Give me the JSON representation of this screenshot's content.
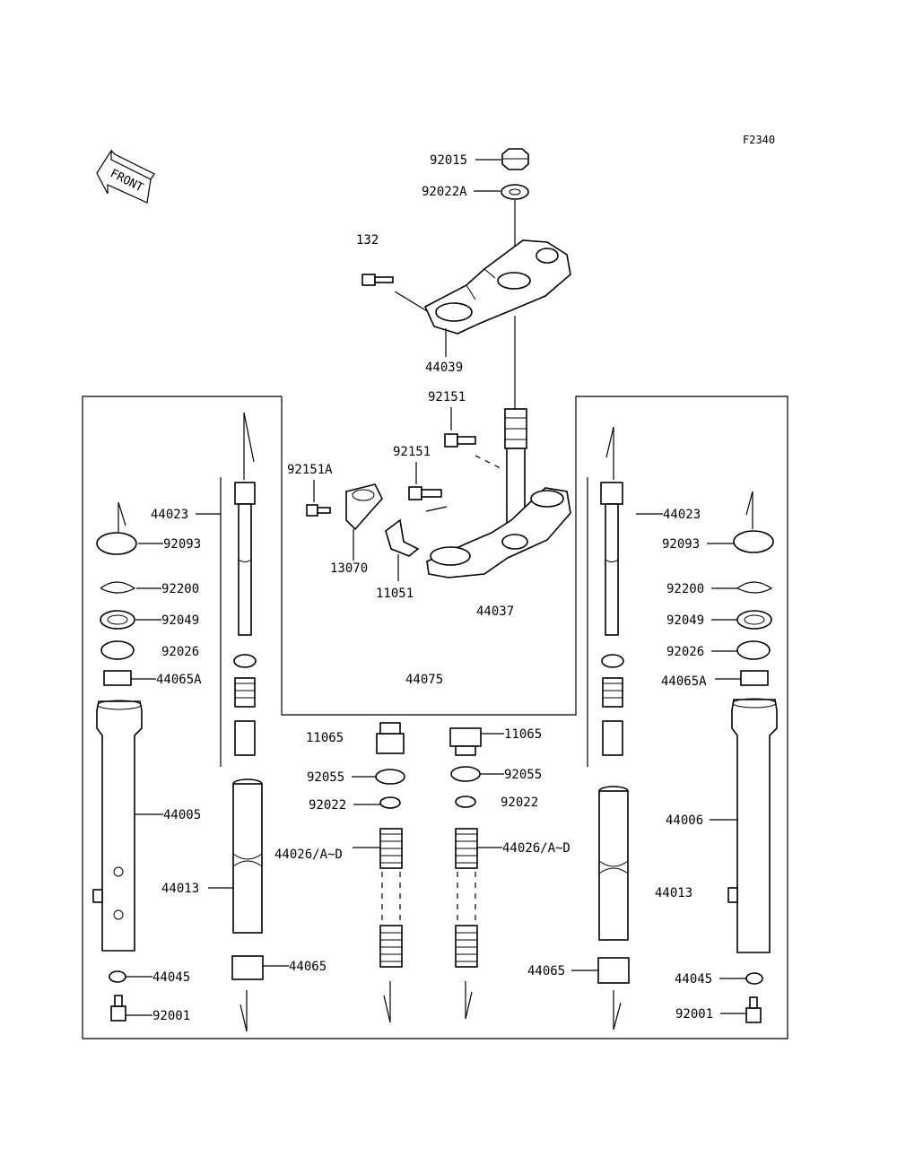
{
  "diagram_id": "F2340",
  "front_label": "FRONT",
  "labels": {
    "p92015": "92015",
    "p92022A": "92022A",
    "p132": "132",
    "p44039": "44039",
    "p92151_a": "92151",
    "p92151_b": "92151",
    "p92151A": "92151A",
    "p13070": "13070",
    "p11051": "11051",
    "p44037": "44037",
    "p44075": "44075",
    "p44023_l": "44023",
    "p44023_r": "44023",
    "p92093_l": "92093",
    "p92093_r": "92093",
    "p92200_l": "92200",
    "p92200_r": "92200",
    "p92049_l": "92049",
    "p92049_r": "92049",
    "p92026_l": "92026",
    "p92026_r": "92026",
    "p44065A_l": "44065A",
    "p44065A_r": "44065A",
    "p11065_l": "11065",
    "p11065_r": "11065",
    "p92055_l": "92055",
    "p92055_r": "92055",
    "p92022_l": "92022",
    "p92022_r": "92022",
    "p44026_l": "44026/A~D",
    "p44026_r": "44026/A~D",
    "p44005": "44005",
    "p44006": "44006",
    "p44013_l": "44013",
    "p44013_r": "44013",
    "p44065_l": "44065",
    "p44065_r": "44065",
    "p44045_l": "44045",
    "p44045_r": "44045",
    "p92001_l": "92001",
    "p92001_r": "92001"
  }
}
